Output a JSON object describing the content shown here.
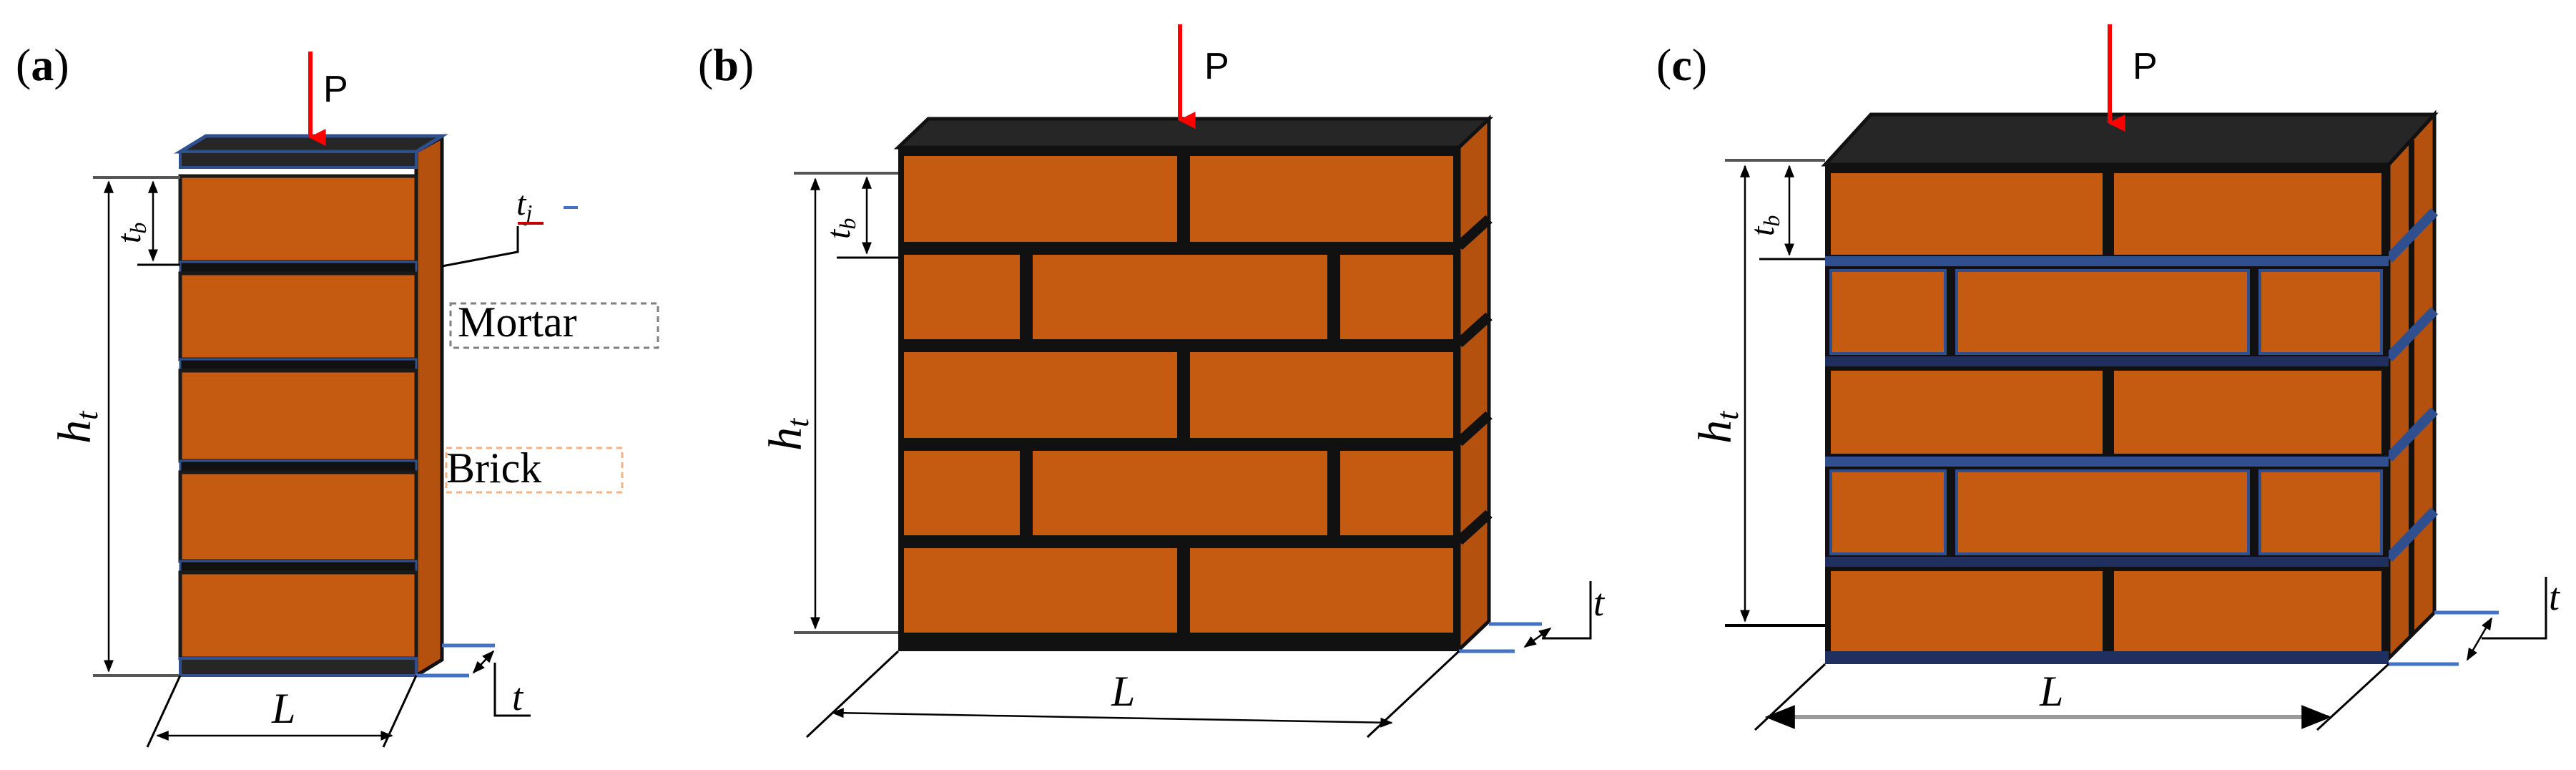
{
  "colors": {
    "brick": "#C55A11",
    "brick_side": "#B4510F",
    "mortar": "#111111",
    "cap": "#262626",
    "mortar_edge": "#2F4F8F",
    "load_arrow": "#FF0000",
    "dimension_line": "#000000",
    "mortar_callout": "#7F7F7F",
    "brick_callout": "#F4B183"
  },
  "panels": [
    {
      "label_open": "(",
      "label_letter": "a",
      "label_close": ")",
      "load": "P",
      "dims": {
        "height": "h",
        "height_sub": "t",
        "brick": "t",
        "brick_sub": "b",
        "joint": "t",
        "joint_sub": "j",
        "thickness": "t",
        "length": "L"
      },
      "callouts": {
        "mortar": "Mortar",
        "brick": "Brick"
      }
    },
    {
      "label_open": "(",
      "label_letter": "b",
      "label_close": ")",
      "load": "P",
      "dims": {
        "height": "h",
        "height_sub": "t",
        "brick": "t",
        "brick_sub": "b",
        "thickness": "t",
        "length": "L"
      }
    },
    {
      "label_open": "(",
      "label_letter": "c",
      "label_close": ")",
      "load": "P",
      "dims": {
        "height": "h",
        "height_sub": "t",
        "brick": "t",
        "brick_sub": "b",
        "thickness": "t",
        "length": "L"
      }
    }
  ]
}
